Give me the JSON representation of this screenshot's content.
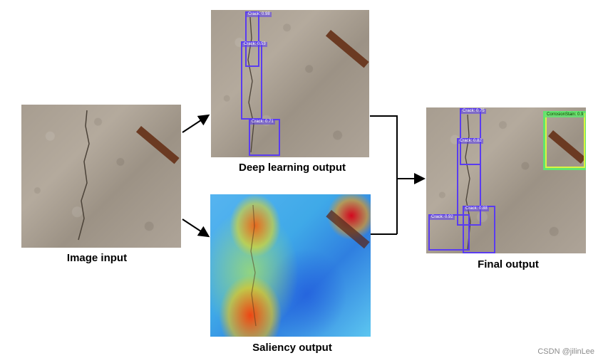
{
  "labels": {
    "image_input": "Image input",
    "deep_learning_output": "Deep learning output",
    "saliency_output": "Saliency output",
    "final_output": "Final output"
  },
  "detections": {
    "deep_learning": [
      {
        "tag": "Crack: 0.98"
      },
      {
        "tag": "Crack: 0.53"
      },
      {
        "tag": "Crack: 0.71"
      }
    ],
    "final": [
      {
        "tag": "Crack: 0.75"
      },
      {
        "tag": "Crack: 0.82"
      },
      {
        "tag": "Crack: 0.92"
      },
      {
        "tag": "Crack: 0.88"
      },
      {
        "tag": "CorrosionStain: 0.9"
      }
    ]
  },
  "colors": {
    "crack_box": "#5a3cf0",
    "corrosion_box": "#62e36f",
    "arrow": "#000000"
  },
  "watermark": "CSDN @jilinLee"
}
